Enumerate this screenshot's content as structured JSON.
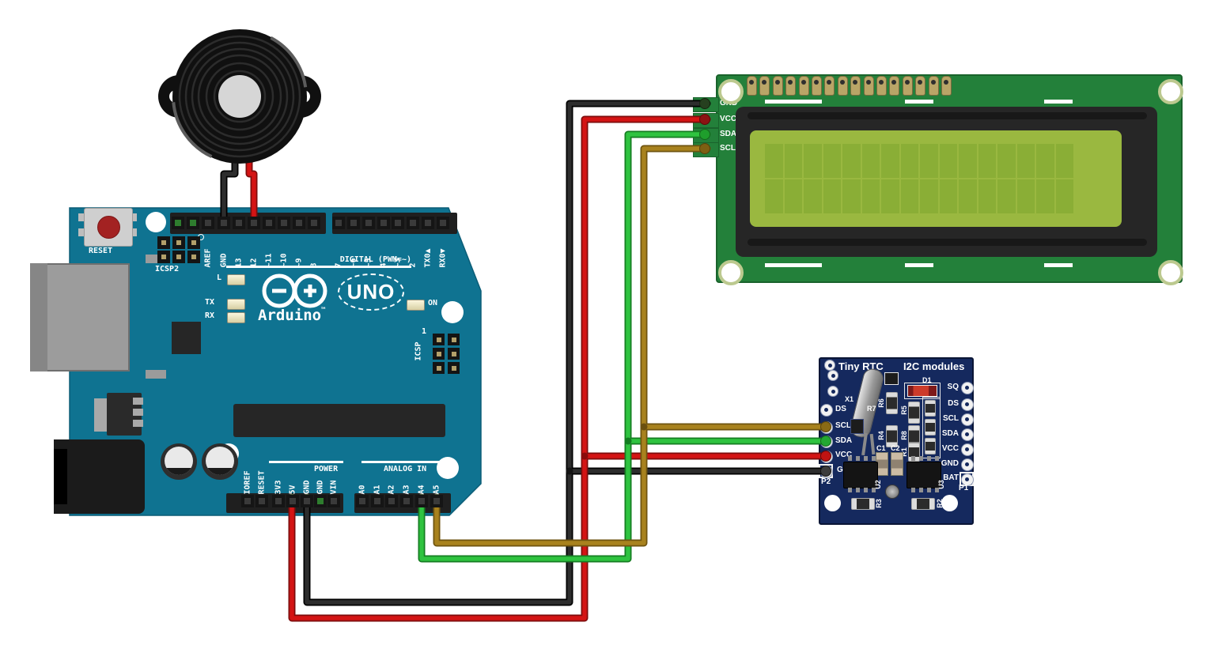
{
  "palette": {
    "board_teal": "#0f7391",
    "lcd_pcb_green": "#23803a",
    "lcd_display_green": "#9ab840",
    "lcd_cell_green": "#8aae36",
    "rtc_navy": "#15295e",
    "wire_black": "#2d2d2d",
    "wire_red": "#d41414",
    "wire_green": "#2fc340",
    "wire_yellow": "#a8821e",
    "pin_cap_sage": "#9eb88b"
  },
  "arduino": {
    "reset_label": "RESET",
    "icsp2_label": "ICSP2",
    "icsp_label": "ICSP",
    "icsp_pin1": "1",
    "digital_caption": "DIGITAL (PWM=~)",
    "logo_name": "UNO",
    "brand": "Arduino",
    "trademark": "™",
    "led_l": "L",
    "led_tx": "TX",
    "led_rx": "RX",
    "led_on": "ON",
    "power_caption": "POWER",
    "analog_caption": "ANALOG IN",
    "top_pins": [
      "AREF",
      "GND",
      "13",
      "12",
      "~11",
      "~10",
      "~9",
      "8",
      "7",
      "~6",
      "~5",
      "4",
      "~3",
      "2",
      "TX0▲",
      "RX0▼"
    ],
    "bottom_pins": [
      "IOREF",
      "RESET",
      "3V3",
      "5V",
      "GND",
      "GND",
      "VIN",
      "A0",
      "A1",
      "A2",
      "A3",
      "A4",
      "A5"
    ]
  },
  "buzzer": {
    "type": "piezo-buzzer",
    "negative_wire_color": "black",
    "positive_wire_color": "red"
  },
  "lcd": {
    "pin_labels": [
      "GND",
      "VCC",
      "SDA",
      "SCL"
    ],
    "columns": 16,
    "rows": 2,
    "top_pads": 16
  },
  "rtc": {
    "title": "Tiny RTC",
    "subtitle": "I2C modules",
    "left_port": "P2",
    "left_pins": [
      "DS",
      "SCL",
      "SDA",
      "VCC",
      "GND"
    ],
    "right_port": "P1",
    "right_pins": [
      "SQ",
      "DS",
      "SCL",
      "SDA",
      "VCC",
      "GND",
      "BAT"
    ],
    "components": {
      "x1": "X1",
      "r7": "R7",
      "r6": "R6",
      "r5": "R5",
      "r4": "R4",
      "r8": "R8",
      "r1": "R1",
      "d1": "D1",
      "c1": "C1",
      "c2": "C2",
      "u2": "U2",
      "u3": "U3",
      "r3": "R3",
      "r2": "R2"
    }
  },
  "wires": [
    {
      "id": "buzzer-negative",
      "color": "black",
      "from": "buzzer -",
      "to": "Arduino GND (digital header)"
    },
    {
      "id": "buzzer-positive",
      "color": "red",
      "from": "buzzer +",
      "to": "Arduino pin 12"
    },
    {
      "id": "ground-bus",
      "color": "black",
      "from": "Arduino GND (power header)",
      "to": "LCD GND and RTC GND"
    },
    {
      "id": "power-bus",
      "color": "red",
      "from": "Arduino 5V",
      "to": "LCD VCC and RTC VCC"
    },
    {
      "id": "sda-bus",
      "color": "green",
      "from": "Arduino A4",
      "to": "LCD SDA and RTC SDA"
    },
    {
      "id": "scl-bus",
      "color": "yellow",
      "from": "Arduino A5",
      "to": "LCD SCL and RTC SCL"
    }
  ]
}
